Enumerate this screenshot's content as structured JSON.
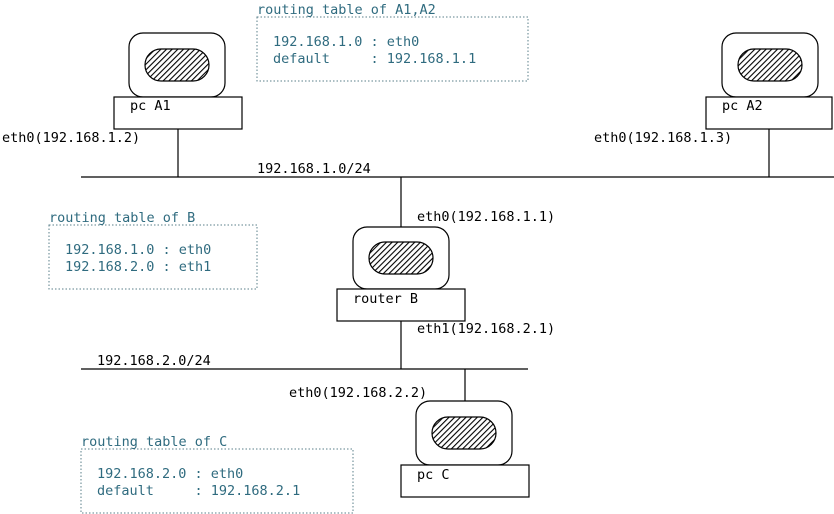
{
  "hosts": {
    "a1": {
      "label": "pc A1",
      "iface": "eth0(192.168.1.2)"
    },
    "a2": {
      "label": "pc A2",
      "iface": "eth0(192.168.1.3)"
    },
    "b": {
      "label": "router B",
      "iface_top": "eth0(192.168.1.1)",
      "iface_bottom": "eth1(192.168.2.1)"
    },
    "c": {
      "label": "pc C",
      "iface": "eth0(192.168.2.2)"
    }
  },
  "networks": {
    "net1": "192.168.1.0/24",
    "net2": "192.168.2.0/24"
  },
  "routing_tables": {
    "a1a2": {
      "title": "routing table of A1,A2",
      "rows": [
        "192.168.1.0 : eth0",
        "default     : 192.168.1.1"
      ]
    },
    "b": {
      "title": "routing table of B",
      "rows": [
        "192.168.1.0 : eth0",
        "192.168.2.0 : eth1"
      ]
    },
    "c": {
      "title": "routing table of C",
      "rows": [
        "192.168.2.0 : eth0",
        "default     : 192.168.2.1"
      ]
    }
  },
  "colors": {
    "table_text": "#2f6b7f",
    "table_border": "#5a7f8a",
    "line": "#000000"
  },
  "icons": {
    "computer": "monitor-icon"
  }
}
